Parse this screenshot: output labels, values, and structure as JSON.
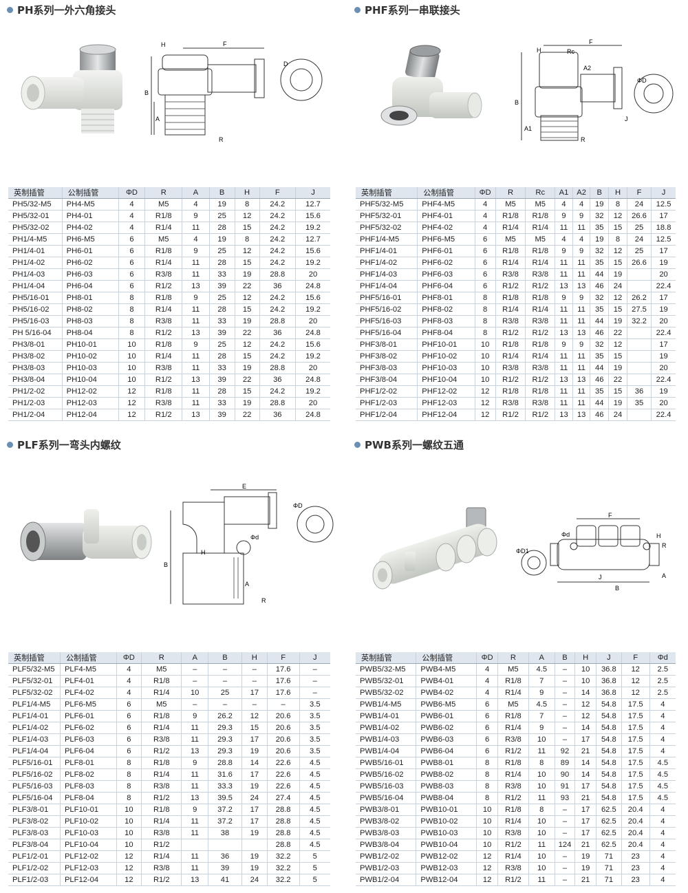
{
  "sections": [
    {
      "id": "ph",
      "title": "PH系列一外六角接头",
      "headers": [
        "英制插管",
        "公制插管",
        "ΦD",
        "R",
        "A",
        "B",
        "H",
        "F",
        "J"
      ],
      "drawing_labels": {
        "H": "H",
        "F": "F",
        "D": "D",
        "B": "B",
        "A": "A",
        "R": "R"
      },
      "rows": [
        [
          "PH5/32-M5",
          "PH4-M5",
          "4",
          "M5",
          "4",
          "19",
          "8",
          "24.2",
          "12.7"
        ],
        [
          "PH5/32-01",
          "PH4-01",
          "4",
          "R1/8",
          "9",
          "25",
          "12",
          "24.2",
          "15.6"
        ],
        [
          "PH5/32-02",
          "PH4-02",
          "4",
          "R1/4",
          "11",
          "28",
          "15",
          "24.2",
          "19.2"
        ],
        [
          "PH1/4-M5",
          "PH6-M5",
          "6",
          "M5",
          "4",
          "19",
          "8",
          "24.2",
          "12.7"
        ],
        [
          "PH1/4-01",
          "PH6-01",
          "6",
          "R1/8",
          "9",
          "25",
          "12",
          "24.2",
          "15.6"
        ],
        [
          "PH1/4-02",
          "PH6-02",
          "6",
          "R1/4",
          "11",
          "28",
          "15",
          "24.2",
          "19.2"
        ],
        [
          "PH1/4-03",
          "PH6-03",
          "6",
          "R3/8",
          "11",
          "33",
          "19",
          "28.8",
          "20"
        ],
        [
          "PH1/4-04",
          "PH6-04",
          "6",
          "R1/2",
          "13",
          "39",
          "22",
          "36",
          "24.8"
        ],
        [
          "PH5/16-01",
          "PH8-01",
          "8",
          "R1/8",
          "9",
          "25",
          "12",
          "24.2",
          "15.6"
        ],
        [
          "PH5/16-02",
          "PH8-02",
          "8",
          "R1/4",
          "11",
          "28",
          "15",
          "24.2",
          "19.2"
        ],
        [
          "PH5/16-03",
          "PH8-03",
          "8",
          "R3/8",
          "11",
          "33",
          "19",
          "28.8",
          "20"
        ],
        [
          "PH 5/16-04",
          "PH8-04",
          "8",
          "R1/2",
          "13",
          "39",
          "22",
          "36",
          "24.8"
        ],
        [
          "PH3/8-01",
          "PH10-01",
          "10",
          "R1/8",
          "9",
          "25",
          "12",
          "24.2",
          "15.6"
        ],
        [
          "PH3/8-02",
          "PH10-02",
          "10",
          "R1/4",
          "11",
          "28",
          "15",
          "24.2",
          "19.2"
        ],
        [
          "PH3/8-03",
          "PH10-03",
          "10",
          "R3/8",
          "11",
          "33",
          "19",
          "28.8",
          "20"
        ],
        [
          "PH3/8-04",
          "PH10-04",
          "10",
          "R1/2",
          "13",
          "39",
          "22",
          "36",
          "24.8"
        ],
        [
          "PH1/2-02",
          "PH12-02",
          "12",
          "R1/8",
          "11",
          "28",
          "15",
          "24.2",
          "19.2"
        ],
        [
          "PH1/2-03",
          "PH12-03",
          "12",
          "R3/8",
          "11",
          "33",
          "19",
          "28.8",
          "20"
        ],
        [
          "PH1/2-04",
          "PH12-04",
          "12",
          "R1/2",
          "13",
          "39",
          "22",
          "36",
          "24.8"
        ]
      ]
    },
    {
      "id": "phf",
      "title": "PHF系列一串联接头",
      "headers": [
        "英制插管",
        "公制插管",
        "ΦD",
        "R",
        "Rc",
        "A1",
        "A2",
        "B",
        "H",
        "F",
        "J"
      ],
      "drawing_labels": {
        "H": "H",
        "Rc": "Rc",
        "F": "F",
        "A2": "A2",
        "D": "ΦD",
        "B": "B",
        "A1": "A1",
        "J": "J",
        "R": "R"
      },
      "rows": [
        [
          "PHF5/32-M5",
          "PHF4-M5",
          "4",
          "M5",
          "M5",
          "4",
          "4",
          "19",
          "8",
          "24",
          "12.5"
        ],
        [
          "PHF5/32-01",
          "PHF4-01",
          "4",
          "R1/8",
          "R1/8",
          "9",
          "9",
          "32",
          "12",
          "26.6",
          "17"
        ],
        [
          "PHF5/32-02",
          "PHF4-02",
          "4",
          "R1/4",
          "R1/4",
          "11",
          "11",
          "35",
          "15",
          "25",
          "18.8"
        ],
        [
          "PHF1/4-M5",
          "PHF6-M5",
          "6",
          "M5",
          "M5",
          "4",
          "4",
          "19",
          "8",
          "24",
          "12.5"
        ],
        [
          "PHF1/4-01",
          "PHF6-01",
          "6",
          "R1/8",
          "R1/8",
          "9",
          "9",
          "32",
          "12",
          "25",
          "17"
        ],
        [
          "PHF1/4-02",
          "PHF6-02",
          "6",
          "R1/4",
          "R1/4",
          "11",
          "11",
          "35",
          "15",
          "26.6",
          "19"
        ],
        [
          "PHF1/4-03",
          "PHF6-03",
          "6",
          "R3/8",
          "R3/8",
          "11",
          "11",
          "44",
          "19",
          "",
          "20"
        ],
        [
          "PHF1/4-04",
          "PHF6-04",
          "6",
          "R1/2",
          "R1/2",
          "13",
          "13",
          "46",
          "24",
          "",
          "22.4"
        ],
        [
          "PHF5/16-01",
          "PHF8-01",
          "8",
          "R1/8",
          "R1/8",
          "9",
          "9",
          "32",
          "12",
          "26.2",
          "17"
        ],
        [
          "PHF5/16-02",
          "PHF8-02",
          "8",
          "R1/4",
          "R1/4",
          "11",
          "11",
          "35",
          "15",
          "27.5",
          "19"
        ],
        [
          "PHF5/16-03",
          "PHF8-03",
          "8",
          "R3/8",
          "R3/8",
          "11",
          "11",
          "44",
          "19",
          "32.2",
          "20"
        ],
        [
          "PHF5/16-04",
          "PHF8-04",
          "8",
          "R1/2",
          "R1/2",
          "13",
          "13",
          "46",
          "22",
          "",
          "22.4"
        ],
        [
          "PHF3/8-01",
          "PHF10-01",
          "10",
          "R1/8",
          "R1/8",
          "9",
          "9",
          "32",
          "12",
          "",
          "17"
        ],
        [
          "PHF3/8-02",
          "PHF10-02",
          "10",
          "R1/4",
          "R1/4",
          "11",
          "11",
          "35",
          "15",
          "",
          "19"
        ],
        [
          "PHF3/8-03",
          "PHF10-03",
          "10",
          "R3/8",
          "R3/8",
          "11",
          "11",
          "44",
          "19",
          "",
          "20"
        ],
        [
          "PHF3/8-04",
          "PHF10-04",
          "10",
          "R1/2",
          "R1/2",
          "13",
          "13",
          "46",
          "22",
          "",
          "22.4"
        ],
        [
          "PHF1/2-02",
          "PHF12-02",
          "12",
          "R1/8",
          "R1/8",
          "11",
          "11",
          "35",
          "15",
          "36",
          "19"
        ],
        [
          "PHF1/2-03",
          "PHF12-03",
          "12",
          "R3/8",
          "R3/8",
          "11",
          "11",
          "44",
          "19",
          "35",
          "20"
        ],
        [
          "PHF1/2-04",
          "PHF12-04",
          "12",
          "R1/2",
          "R1/2",
          "13",
          "13",
          "46",
          "24",
          "",
          "22.4"
        ]
      ]
    },
    {
      "id": "plf",
      "title": "PLF系列一弯头内螺纹",
      "headers": [
        "英制插管",
        "公制插管",
        "ΦD",
        "R",
        "A",
        "B",
        "H",
        "F",
        "J"
      ],
      "drawing_labels": {
        "E": "E",
        "D": "ΦD",
        "d": "Φd",
        "H": "H",
        "B": "B",
        "A": "A",
        "R": "R"
      },
      "rows": [
        [
          "PLF5/32-M5",
          "PLF4-M5",
          "4",
          "M5",
          "–",
          "–",
          "–",
          "17.6",
          "–"
        ],
        [
          "PLF5/32-01",
          "PLF4-01",
          "4",
          "R1/8",
          "–",
          "–",
          "–",
          "17.6",
          "–"
        ],
        [
          "PLF5/32-02",
          "PLF4-02",
          "4",
          "R1/4",
          "10",
          "25",
          "17",
          "17.6",
          "–"
        ],
        [
          "PLF1/4-M5",
          "PLF6-M5",
          "6",
          "M5",
          "–",
          "–",
          "–",
          "–",
          "3.5"
        ],
        [
          "PLF1/4-01",
          "PLF6-01",
          "6",
          "R1/8",
          "9",
          "26.2",
          "12",
          "20.6",
          "3.5"
        ],
        [
          "PLF1/4-02",
          "PLF6-02",
          "6",
          "R1/4",
          "11",
          "29.3",
          "15",
          "20.6",
          "3.5"
        ],
        [
          "PLF1/4-03",
          "PLF6-03",
          "6",
          "R3/8",
          "11",
          "29.3",
          "17",
          "20.6",
          "3.5"
        ],
        [
          "PLF1/4-04",
          "PLF6-04",
          "6",
          "R1/2",
          "13",
          "29.3",
          "19",
          "20.6",
          "3.5"
        ],
        [
          "PLF5/16-01",
          "PLF8-01",
          "8",
          "R1/8",
          "9",
          "28.8",
          "14",
          "22.6",
          "4.5"
        ],
        [
          "PLF5/16-02",
          "PLF8-02",
          "8",
          "R1/4",
          "11",
          "31.6",
          "17",
          "22.6",
          "4.5"
        ],
        [
          "PLF5/16-03",
          "PLF8-03",
          "8",
          "R3/8",
          "11",
          "33.3",
          "19",
          "22.6",
          "4.5"
        ],
        [
          "PLF5/16-04",
          "PLF8-04",
          "8",
          "R1/2",
          "13",
          "39.5",
          "24",
          "27.4",
          "4.5"
        ],
        [
          "PLF3/8-01",
          "PLF10-01",
          "10",
          "R1/8",
          "9",
          "37.2",
          "17",
          "28.8",
          "4.5"
        ],
        [
          "PLF3/8-02",
          "PLF10-02",
          "10",
          "R1/4",
          "11",
          "37.2",
          "17",
          "28.8",
          "4.5"
        ],
        [
          "PLF3/8-03",
          "PLF10-03",
          "10",
          "R3/8",
          "11",
          "38",
          "19",
          "28.8",
          "4.5"
        ],
        [
          "PLF3/8-04",
          "PLF10-04",
          "10",
          "R1/2",
          "",
          "",
          "",
          "28.8",
          "4.5"
        ],
        [
          "PLF1/2-01",
          "PLF12-02",
          "12",
          "R1/4",
          "11",
          "36",
          "19",
          "32.2",
          "5"
        ],
        [
          "PLF1/2-02",
          "PLF12-03",
          "12",
          "R3/8",
          "11",
          "39",
          "19",
          "32.2",
          "5"
        ],
        [
          "PLF1/2-03",
          "PLF12-04",
          "12",
          "R1/2",
          "13",
          "41",
          "24",
          "32.2",
          "5"
        ]
      ]
    },
    {
      "id": "pwb",
      "title": "PWB系列一螺纹五通",
      "headers": [
        "英制插管",
        "公制插管",
        "ΦD",
        "R",
        "A",
        "B",
        "H",
        "J",
        "F",
        "Φd"
      ],
      "drawing_labels": {
        "F": "F",
        "d": "Φd",
        "D1": "ΦD1",
        "H": "H",
        "R": "R",
        "J": "J",
        "B": "B",
        "A": "A"
      },
      "rows": [
        [
          "PWB5/32-M5",
          "PWB4-M5",
          "4",
          "M5",
          "4.5",
          "–",
          "10",
          "36.8",
          "12",
          "2.5"
        ],
        [
          "PWB5/32-01",
          "PWB4-01",
          "4",
          "R1/8",
          "7",
          "–",
          "10",
          "36.8",
          "12",
          "2.5"
        ],
        [
          "PWB5/32-02",
          "PWB4-02",
          "4",
          "R1/4",
          "9",
          "–",
          "14",
          "36.8",
          "12",
          "2.5"
        ],
        [
          "PWB1/4-M5",
          "PWB6-M5",
          "6",
          "M5",
          "4.5",
          "–",
          "12",
          "54.8",
          "17.5",
          "4"
        ],
        [
          "PWB1/4-01",
          "PWB6-01",
          "6",
          "R1/8",
          "7",
          "–",
          "12",
          "54.8",
          "17.5",
          "4"
        ],
        [
          "PWB1/4-02",
          "PWB6-02",
          "6",
          "R1/4",
          "9",
          "–",
          "14",
          "54.8",
          "17.5",
          "4"
        ],
        [
          "PWB1/4-03",
          "PWB6-03",
          "6",
          "R3/8",
          "10",
          "–",
          "17",
          "54.8",
          "17.5",
          "4"
        ],
        [
          "PWB1/4-04",
          "PWB6-04",
          "6",
          "R1/2",
          "11",
          "92",
          "21",
          "54.8",
          "17.5",
          "4"
        ],
        [
          "PWB5/16-01",
          "PWB8-01",
          "8",
          "R1/8",
          "8",
          "89",
          "14",
          "54.8",
          "17.5",
          "4.5"
        ],
        [
          "PWB5/16-02",
          "PWB8-02",
          "8",
          "R1/4",
          "10",
          "90",
          "14",
          "54.8",
          "17.5",
          "4.5"
        ],
        [
          "PWB5/16-03",
          "PWB8-03",
          "8",
          "R3/8",
          "10",
          "91",
          "17",
          "54.8",
          "17.5",
          "4.5"
        ],
        [
          "PWB5/16-04",
          "PWB8-04",
          "8",
          "R1/2",
          "11",
          "93",
          "21",
          "54.8",
          "17.5",
          "4.5"
        ],
        [
          "PWB3/8-01",
          "PWB10-01",
          "10",
          "R1/8",
          "8",
          "–",
          "17",
          "62.5",
          "20.4",
          "4"
        ],
        [
          "PWB3/8-02",
          "PWB10-02",
          "10",
          "R1/4",
          "10",
          "–",
          "17",
          "62.5",
          "20.4",
          "4"
        ],
        [
          "PWB3/8-03",
          "PWB10-03",
          "10",
          "R3/8",
          "10",
          "–",
          "17",
          "62.5",
          "20.4",
          "4"
        ],
        [
          "PWB3/8-04",
          "PWB10-04",
          "10",
          "R1/2",
          "11",
          "124",
          "21",
          "62.5",
          "20.4",
          "4"
        ],
        [
          "PWB1/2-02",
          "PWB12-02",
          "12",
          "R1/4",
          "10",
          "–",
          "19",
          "71",
          "23",
          "4"
        ],
        [
          "PWB1/2-03",
          "PWB12-03",
          "12",
          "R3/8",
          "10",
          "–",
          "19",
          "71",
          "23",
          "4"
        ],
        [
          "PWB1/2-04",
          "PWB12-04",
          "12",
          "R1/2",
          "11",
          "–",
          "21",
          "71",
          "23",
          "4"
        ]
      ]
    }
  ],
  "colors": {
    "accent": "#6a8fb3",
    "header_bg": "#dfe6ee",
    "fitting_body": "#e4e6e2",
    "metal": "#b9bdbf"
  }
}
